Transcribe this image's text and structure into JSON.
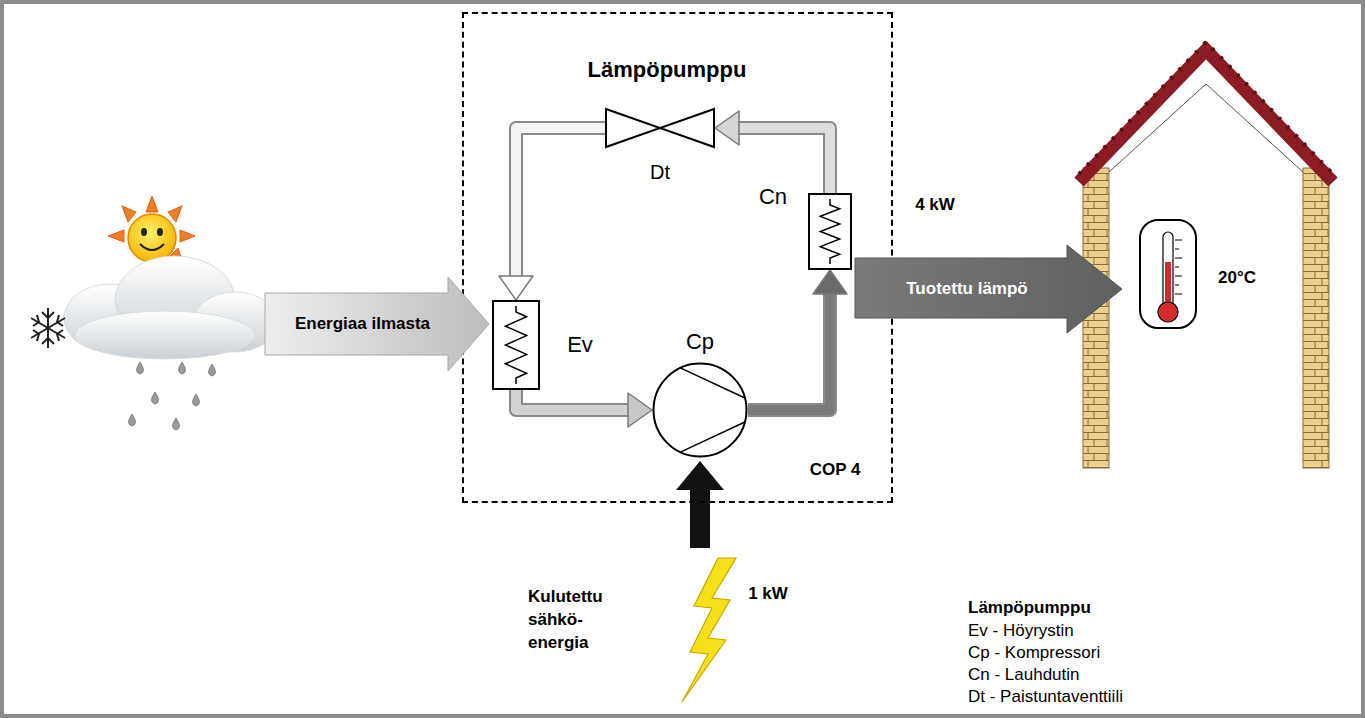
{
  "diagram": {
    "nodes": [
      {
        "text": [
          "Lämpöpumppu",
          "COP 4"
        ]
      },
      {
        "text": [
          "Dt"
        ],
        "in": 0
      },
      {
        "text": [
          "Ev"
        ],
        "in": 0
      },
      {
        "text": [
          "Cp"
        ],
        "in": 0
      },
      {
        "text": [
          "Cn"
        ],
        "in": 0
      },
      {
        "text": [
          "20°C"
        ]
      },
      {
        "text": [
          "Energiaa ilmasta"
        ]
      },
      {
        "text": [
          "Tuotettu lämpö"
        ]
      }
    ],
    "edges": [
      {
        "from": 1,
        "to": 2,
        "arrow": "to"
      },
      {
        "from": 2,
        "to": 3,
        "arrow": "to"
      },
      {
        "from": 3,
        "to": 4,
        "arrow": "to"
      },
      {
        "from": 4,
        "to": 1,
        "arrow": "to"
      }
    ],
    "labels": [
      "4 kW",
      "1 kW",
      "Kulutettu sähkö- energia",
      "Lämpöpumppu",
      "Ev - Höyrystin",
      "Cp - Kompressori",
      "Cn - Lauhdutin",
      "Dt - Paistuntaventtiili"
    ]
  }
}
